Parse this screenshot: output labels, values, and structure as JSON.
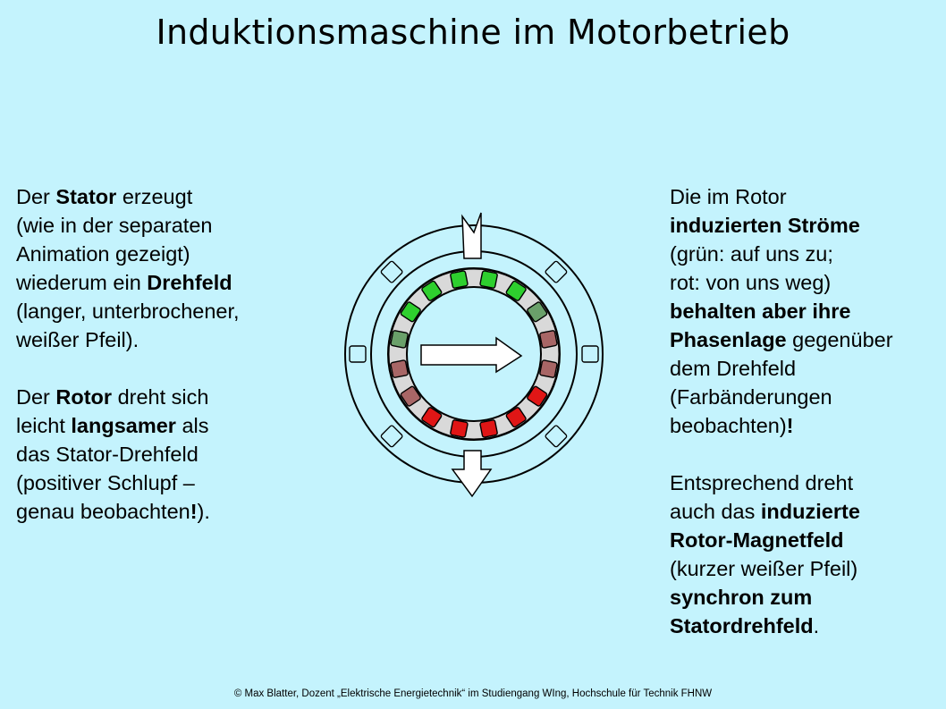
{
  "title": "Induktionsmaschine im Motorbetrieb",
  "left": {
    "p1": [
      [
        "Der ",
        "Stator",
        " erzeugt"
      ],
      [
        "(wie in der separaten"
      ],
      [
        "Animation gezeigt)"
      ],
      [
        "wiederum ein ",
        "Drehfeld"
      ],
      [
        "(langer, unterbrochener,"
      ],
      [
        "weißer Pfeil)."
      ]
    ],
    "p2": [
      [
        "Der ",
        "Rotor",
        " dreht sich"
      ],
      [
        "leicht ",
        "langsamer",
        " als"
      ],
      [
        "das Stator-Drehfeld"
      ],
      [
        "(positiver Schlupf –"
      ],
      [
        "genau beobachten",
        "!",
        ")."
      ]
    ]
  },
  "right": {
    "p1": [
      [
        "Die im Rotor"
      ],
      [
        "",
        "induzierten Ströme"
      ],
      [
        "(grün: auf uns zu;"
      ],
      [
        "rot: von uns weg)"
      ],
      [
        "",
        "behalten aber ihre"
      ],
      [
        "",
        "Phasenlage",
        " gegenüber"
      ],
      [
        "dem Drehfeld"
      ],
      [
        "(Farbänderungen"
      ],
      [
        "beobachten)",
        "!"
      ]
    ],
    "p2": [
      [
        "Entsprechend dreht"
      ],
      [
        "auch das ",
        "induzierte"
      ],
      [
        "",
        "Rotor-Magnetfeld"
      ],
      [
        "(kurzer weißer Pfeil)"
      ],
      [
        "",
        "synchron zum"
      ],
      [
        "",
        "Statordrehfeld",
        "."
      ]
    ]
  },
  "footer": "© Max Blatter, Dozent „Elektrische Energietechnik“ im Studiengang WIng, Hochschule für Technik FHNW",
  "diagram": {
    "colors": {
      "background": "#c4f3fd",
      "ring": "#d9d9d9",
      "bright_green": "#2ecf2e",
      "dark_green": "#6aa06a",
      "dark_red": "#a86666",
      "bright_red": "#e01616",
      "arrow": "#ffffff",
      "outline": "#000000"
    },
    "rotor_conductors": [
      "bright_green",
      "bright_green",
      "bright_green",
      "dark_green",
      "dark_red",
      "dark_red",
      "bright_red",
      "bright_red",
      "bright_red",
      "bright_red",
      "bright_red",
      "dark_red",
      "dark_red",
      "dark_green",
      "bright_green",
      "bright_green"
    ],
    "stator_field_arrow": "downward",
    "rotor_field_arrow": "rightward"
  }
}
